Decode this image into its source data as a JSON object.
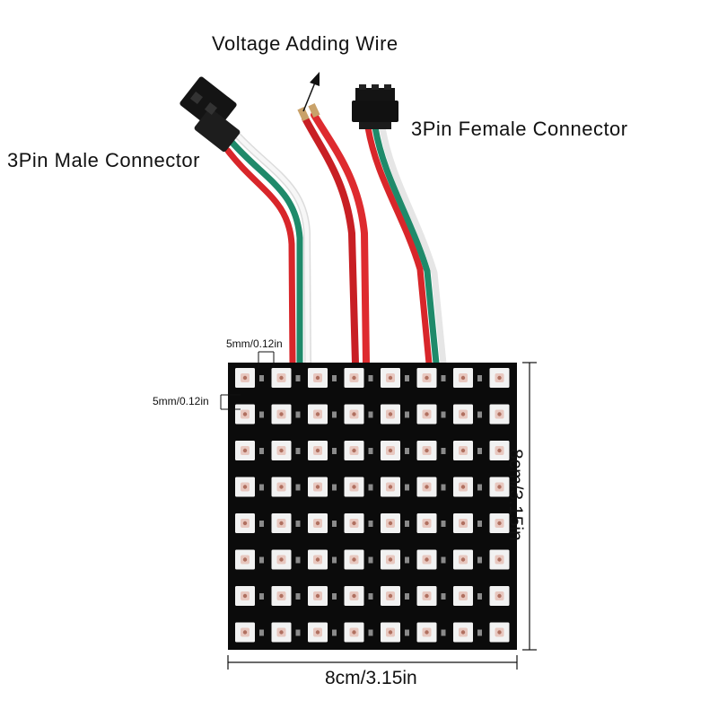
{
  "labels": {
    "voltage_wire": "Voltage Adding Wire",
    "male_connector": "3Pin Male Connector",
    "female_connector": "3Pin Female Connector",
    "width": "8cm/3.15in",
    "height": "8cm/3.15in",
    "led_spacing_horizontal": "5mm/0.12in",
    "led_spacing_vertical": "5mm/0.12in"
  },
  "matrix": {
    "rows": 8,
    "cols": 8
  },
  "colors": {
    "board": "#0b0b0b",
    "led_body": "#f2f2f2",
    "led_core": "#e8c8c0",
    "wire_red": "#d8262a",
    "wire_green": "#1f8a6a",
    "wire_white": "#f4f4f4",
    "connector": "#141414"
  }
}
